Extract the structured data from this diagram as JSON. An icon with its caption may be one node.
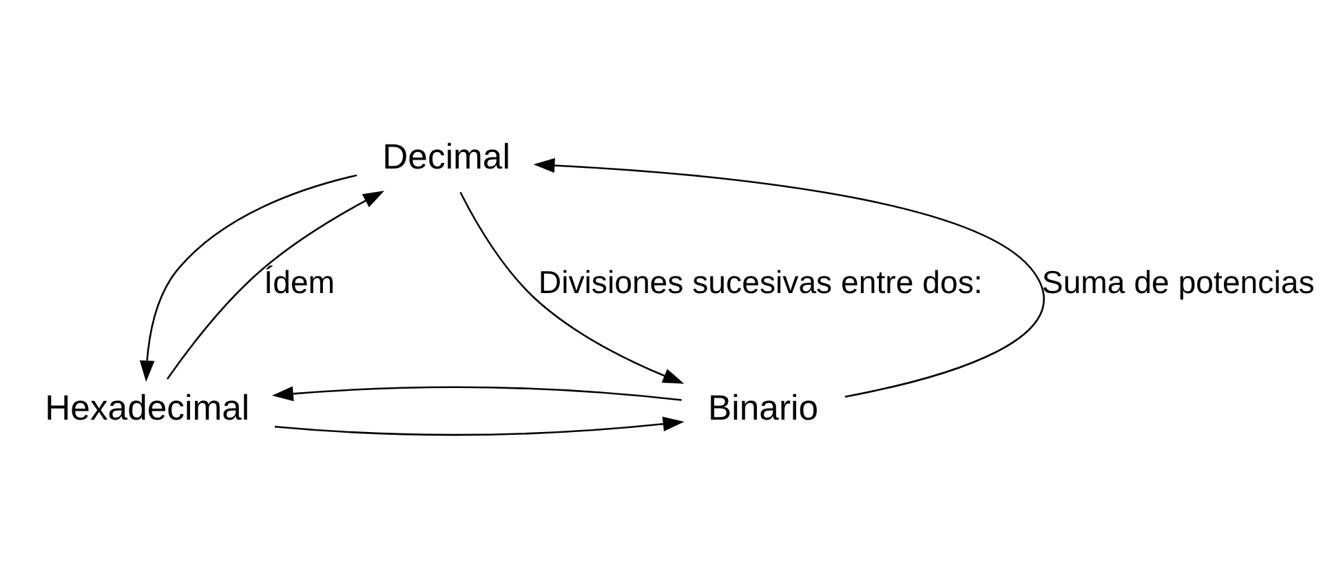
{
  "diagram": {
    "nodes": [
      {
        "text": [
          "Decimal"
        ]
      },
      {
        "text": [
          "Hexadecimal"
        ]
      },
      {
        "text": [
          "Binario"
        ]
      }
    ],
    "edges": [
      {
        "from": 1,
        "to": 0,
        "arrow": "to",
        "label": "Ídem"
      },
      {
        "from": 0,
        "to": 1,
        "arrow": "to"
      },
      {
        "from": 2,
        "to": 0,
        "arrow": "to",
        "label": "Suma de potencias"
      },
      {
        "from": 0,
        "to": 2,
        "arrow": "to",
        "label": "Divisiones sucesivas entre dos:"
      },
      {
        "from": 1,
        "to": 2,
        "arrow": "to"
      },
      {
        "from": 2,
        "to": 1,
        "arrow": "to"
      }
    ]
  }
}
